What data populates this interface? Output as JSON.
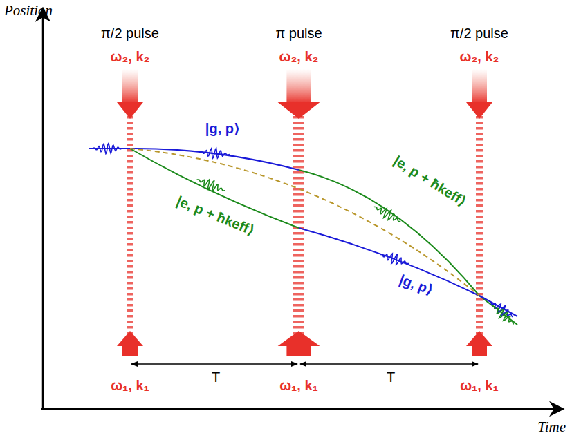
{
  "diagram": {
    "labels": [
      "Position",
      "π/2 pulse",
      "π pulse",
      "π/2 pulse",
      "ω₂, k₂",
      "ω₂, k₂",
      "ω₂, k₂",
      "|g, p⟩",
      "|e, p + ħkeff⟩",
      "|e, p + ħkeff⟩",
      "|g, p⟩",
      "ω₁, k₁",
      "ω₁, k₁",
      "ω₁, k₁",
      "T",
      "T",
      "Time"
    ]
  }
}
